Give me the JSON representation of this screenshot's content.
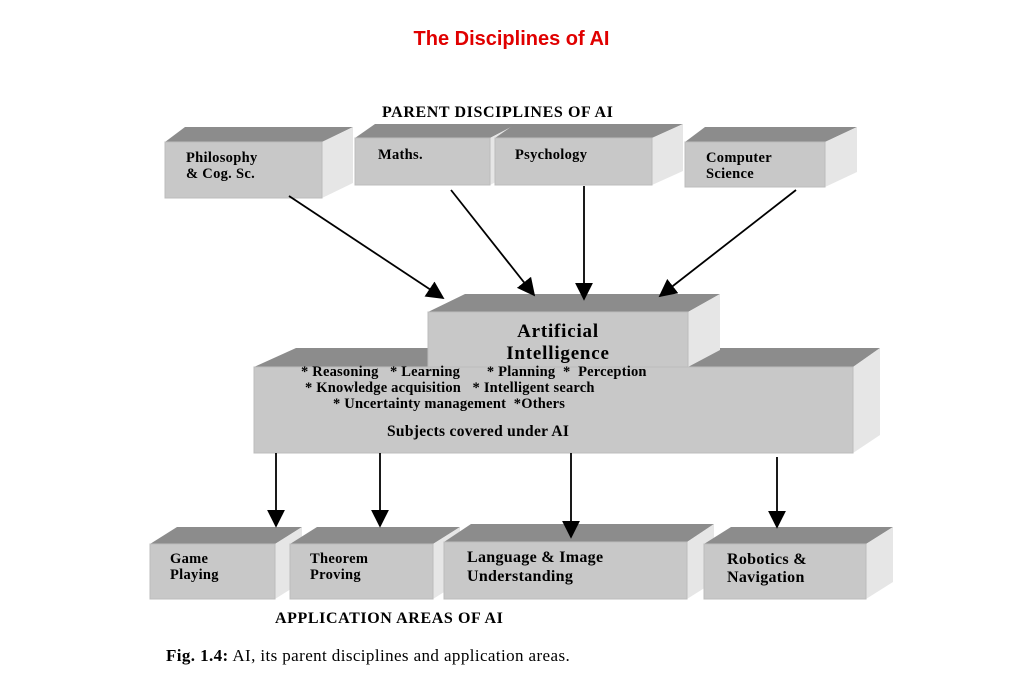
{
  "title": "The Disciplines of AI",
  "parent_heading": "PARENT DISCIPLINES OF AI",
  "parents": [
    {
      "label": "Philosophy\n& Cog. Sc."
    },
    {
      "label": "Maths."
    },
    {
      "label": "Psychology"
    },
    {
      "label": "Computer\nScience"
    }
  ],
  "ai_box": {
    "label": "Artificial\nIntelligence"
  },
  "subjects": {
    "lines": [
      "* Reasoning   * Learning       * Planning  *  Perception",
      "* Knowledge acquisition   * Intelligent search",
      "* Uncertainty management  *Others"
    ],
    "footer": "Subjects covered under AI"
  },
  "applications": [
    {
      "label": "Game\nPlaying"
    },
    {
      "label": "Theorem\nProving"
    },
    {
      "label": "Language & Image\nUnderstanding"
    },
    {
      "label": "Robotics &\nNavigation"
    }
  ],
  "application_heading": "APPLICATION AREAS OF AI",
  "caption": {
    "prefix": "Fig. 1.4:",
    "text": " AI, its parent disciplines and application areas."
  },
  "colors": {
    "title": "#e00000",
    "box_front": "#c8c8c8",
    "box_top": "#8c8c8c",
    "box_side": "#e6e6e6",
    "arrow": "#000000"
  }
}
